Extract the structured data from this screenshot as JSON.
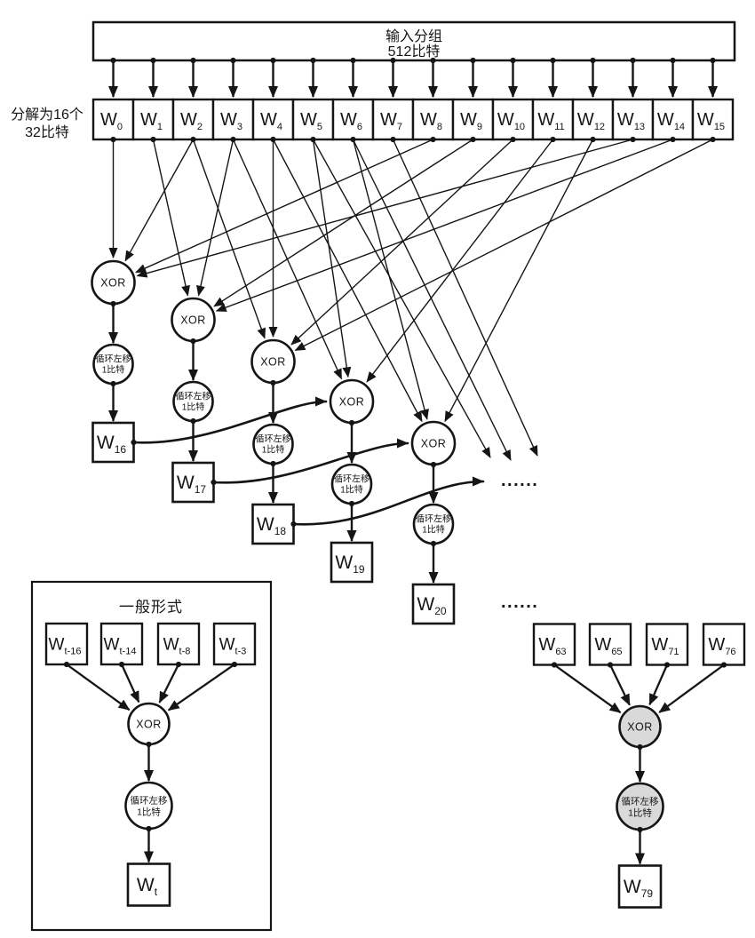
{
  "diagram": {
    "input_block": {
      "line1": "输入分组",
      "line2": "512比特"
    },
    "left_note": {
      "line1": "分解为16个",
      "line2": "32比特"
    },
    "xor_label": "XOR",
    "rotate_label": {
      "line1": "循环左移",
      "line2": "1比特"
    },
    "w_base": "W",
    "w_row_subs": [
      "0",
      "1",
      "2",
      "3",
      "4",
      "5",
      "6",
      "7",
      "8",
      "9",
      "10",
      "11",
      "12",
      "13",
      "14",
      "15"
    ],
    "chain_out_subs": [
      "16",
      "17",
      "18",
      "19",
      "20"
    ],
    "fan_edges": [
      [
        0,
        0
      ],
      [
        2,
        0
      ],
      [
        8,
        0
      ],
      [
        13,
        0
      ],
      [
        1,
        1
      ],
      [
        3,
        1
      ],
      [
        9,
        1
      ],
      [
        14,
        1
      ],
      [
        2,
        2
      ],
      [
        4,
        2
      ],
      [
        10,
        2
      ],
      [
        15,
        2
      ],
      [
        3,
        3
      ],
      [
        5,
        3
      ],
      [
        11,
        3
      ],
      [
        4,
        4
      ],
      [
        6,
        4
      ],
      [
        12,
        4
      ]
    ],
    "future_sources": [
      5,
      6,
      7
    ],
    "feedback_curves": [
      {
        "from_sub": "16",
        "to": "xor-4"
      },
      {
        "from_sub": "17",
        "to": "xor-5"
      },
      {
        "from_sub": "18",
        "to": "ellipsis"
      }
    ],
    "ellipsis": "......",
    "general_form": {
      "title": "一般形式",
      "input_subs": [
        "t-16",
        "t-14",
        "t-8",
        "t-3"
      ],
      "output_sub": "t"
    },
    "final_example": {
      "input_subs": [
        "63",
        "65",
        "71",
        "76"
      ],
      "output_sub": "79"
    },
    "colors": {
      "ink": "#151515",
      "shaded_fill": "#d9d9d9",
      "background": "#ffffff"
    }
  }
}
